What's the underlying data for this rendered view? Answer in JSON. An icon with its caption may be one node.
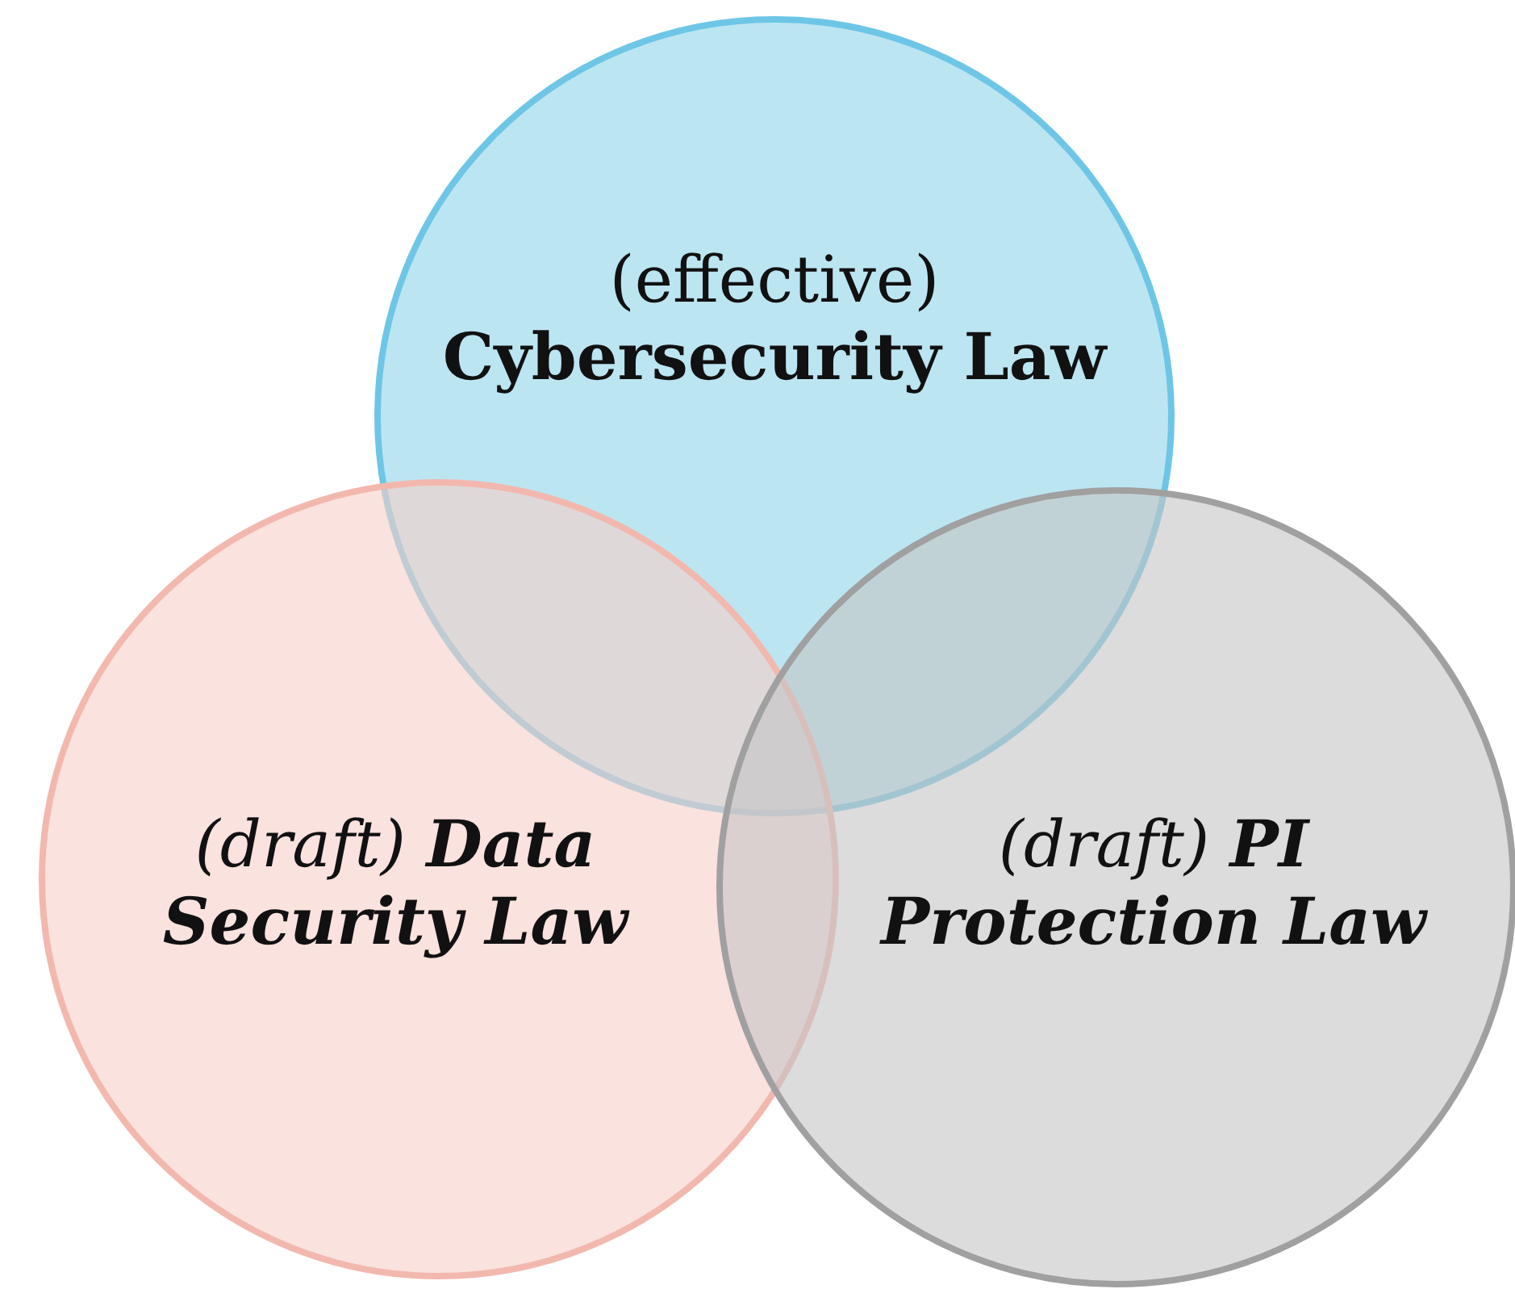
{
  "diagram": {
    "nodes": [
      {
        "text": [
          "(effective)",
          "Cybersecurity Law"
        ]
      },
      {
        "text": [
          "(draft)",
          "Data Security Law"
        ]
      },
      {
        "text": [
          "(draft)",
          "PI Protection Law"
        ]
      }
    ]
  }
}
